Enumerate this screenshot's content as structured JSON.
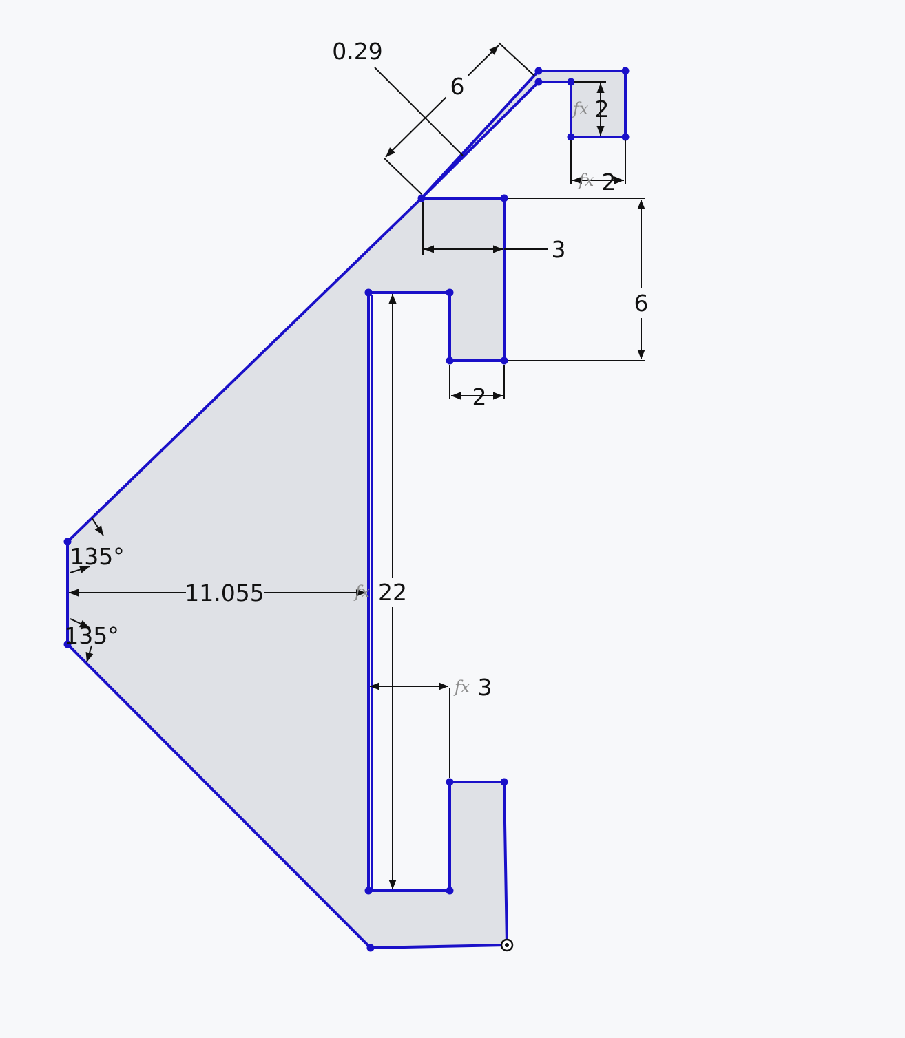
{
  "colors": {
    "background": "#f7f8fa",
    "region_fill": "#dfe1e6",
    "sketch_line": "#1a10c8",
    "sketch_vertex": "#1a10c8",
    "dimension": "#111111",
    "fx_label": "#8c8c8c"
  },
  "dimensions": {
    "slot_gap": "0.29",
    "flange_length": "6",
    "top_tab_height": "2",
    "top_tab_width": "2",
    "upper_block_width": "3",
    "upper_block_height": "6",
    "notch_width": "2",
    "upper_angle": "135°",
    "lower_angle": "135°",
    "offset_width": "11.055",
    "slot_height": "22",
    "slot_width": "3"
  },
  "fx_marker": "fx",
  "icons": {
    "origin": "origin-icon",
    "fx": "fx-icon"
  }
}
